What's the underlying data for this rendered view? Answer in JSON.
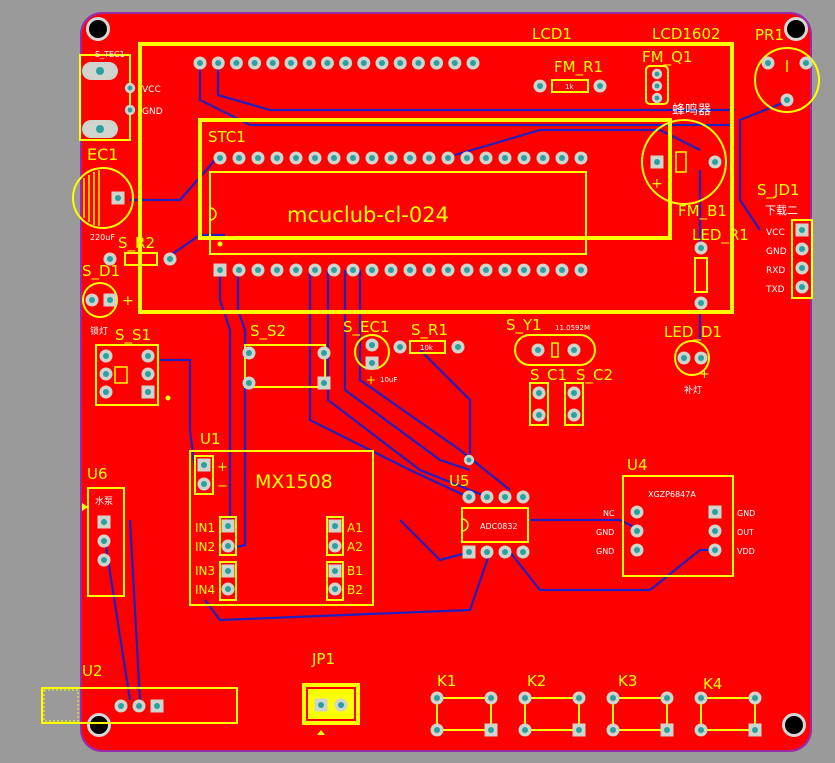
{
  "board": {
    "title": "mcuclub-cl-024",
    "colors": {
      "board": "#ff0000",
      "silk": "#ffff00",
      "trace": "#2020c0",
      "pad": "#cfd4cc",
      "hole": "#20a0a0",
      "background": "#9a9a9a",
      "outline": "#b000b0"
    }
  },
  "labels": {
    "lcd1": "LCD1",
    "lcd1602": "LCD1602",
    "pr1": "PR1",
    "fm_r1": "FM_R1",
    "fm_q1": "FM_Q1",
    "buzzer": "蜂鸣器",
    "stc1": "STC1",
    "ec1": "EC1",
    "ec1_val": "220uF",
    "s_tec1": "S_TEC1",
    "vcc_small": "VCC",
    "gnd_small": "GND",
    "s_r2": "S_R2",
    "s_d1": "S_D1",
    "s_d1_sub": "锁灯",
    "s_s1": "S_S1",
    "s_s2": "S_S2",
    "s_ec1": "S_EC1",
    "s_ec1_val": "10uF",
    "s_r1": "S_R1",
    "s_r1_val": "10k",
    "s_y1": "S_Y1",
    "s_y1_val": "11.0592M",
    "s_c1": "S_C1",
    "s_c2": "S_C2",
    "fm_b1": "FM_B1",
    "led_r1": "LED_R1",
    "led_d1": "LED_D1",
    "led_d1_sub": "补灯",
    "s_jd1": "S_JD1",
    "s_jd1_sub": "下载二",
    "jd_vcc": "VCC",
    "jd_gnd": "GND",
    "jd_rxd": "RXD",
    "jd_txd": "TXD",
    "u1": "U1",
    "mx1508": "MX1508",
    "in1": "IN1",
    "in2": "IN2",
    "in3": "IN3",
    "in4": "IN4",
    "a1": "A1",
    "a2": "A2",
    "b1": "B1",
    "b2": "B2",
    "plus": "+",
    "minus": "−",
    "u5": "U5",
    "adc0832": "ADC0832",
    "u4": "U4",
    "xgz": "XGZP6847A",
    "u4_nc": "NC",
    "u4_gnd2": "GND",
    "u4_gnd3": "GND",
    "u4_gnd": "GND",
    "u4_out": "OUT",
    "u4_vdd": "VDD",
    "u6": "U6",
    "u6_sub": "水泵",
    "u2": "U2",
    "jp1": "JP1",
    "k1": "K1",
    "k2": "K2",
    "k3": "K3",
    "k4": "K4",
    "fm_r1_val": "1k"
  }
}
